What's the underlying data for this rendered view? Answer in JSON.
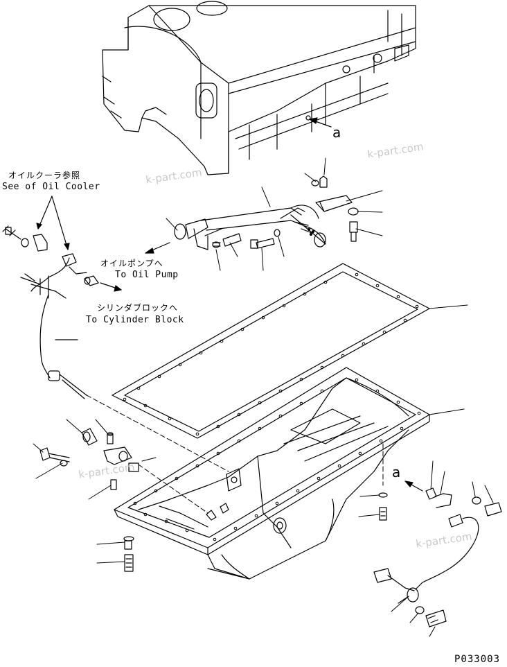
{
  "labels": {
    "oil_cooler_jp": "オイルクーラ参照",
    "oil_cooler_en": "See of Oil Cooler",
    "oil_pump_jp": "オイルポンプへ",
    "oil_pump_en": "To Oil Pump",
    "cylinder_block_jp": "シリンダブロックへ",
    "cylinder_block_en": "To Cylinder Block"
  },
  "references": {
    "ref_a_top": "a",
    "ref_a_bottom": "a"
  },
  "watermarks": [
    "k-part.com",
    "k-part.com",
    "k-part.com",
    "k-part.com"
  ],
  "drawing_code": "P033003",
  "colors": {
    "ink": "#000000",
    "watermark": "#c9c9c9",
    "background": "#ffffff"
  }
}
